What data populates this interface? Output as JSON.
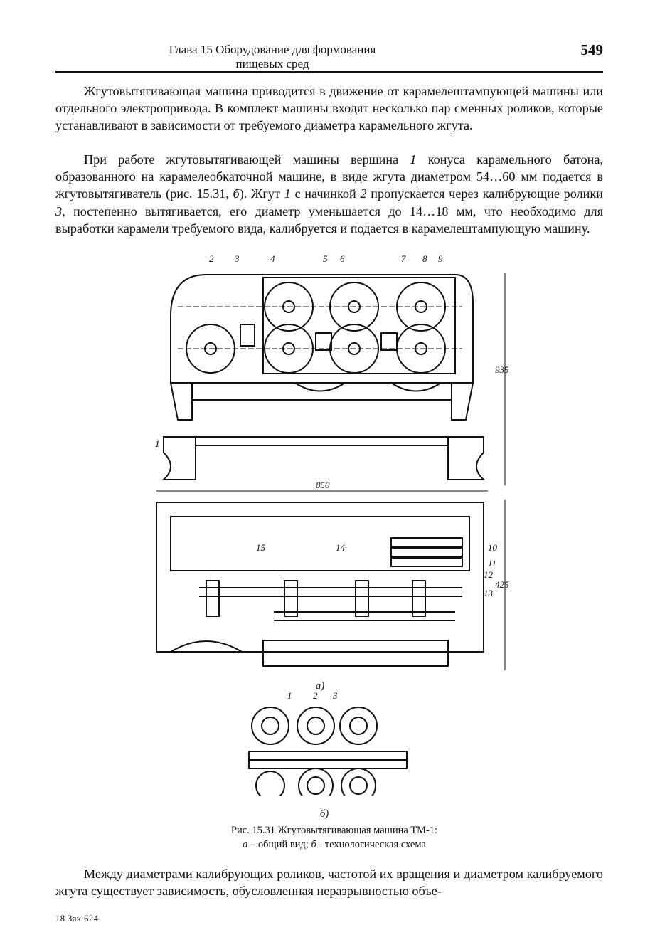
{
  "header": {
    "chapter_line1": "Глава 15 Оборудование для формования",
    "chapter_line2": "пищевых сред",
    "page_number": "549"
  },
  "paragraphs": {
    "p1": "Жгутовытягивающая машина приводится в движение от карамелештампующей машины или отдельного электропривода. В комплект машины входят несколько пар сменных роликов, которые устанавливают в зависимости от требуемого диаметра карамельного жгута.",
    "p2_html": "При работе жгутовытягивающей машины вершина <i>1</i> конуса карамельного батона, образованного на карамелеобкаточной машине, в виде жгута диаметром 54…60 мм подается в жгутовытягиватель (рис. 15.31, <i>б</i>). Жгут <i>1</i> с начинкой <i>2</i> пропускается через калибрующие ролики <i>3</i>, постепенно вытягивается, его диаметр уменьшается до 14…18 мм, что необходимо для выработки карамели требуемого вида, калибруется и подается в карамелештампующую машину.",
    "p3": "Между диаметрами калибрующих роликов, частотой их вращения и диаметром калибруемого жгута существует зависимость, обусловленная неразрывностью объе-"
  },
  "figure": {
    "top_callouts": [
      "2",
      "3",
      "4",
      "5",
      "6",
      "7",
      "8",
      "9"
    ],
    "side_callouts": [
      "10",
      "11",
      "12",
      "13"
    ],
    "label_1": "1",
    "label_14": "14",
    "label_15": "15",
    "dim_width": "850",
    "dim_height_top": "935",
    "dim_height_bottom": "425",
    "letter_a": "а)",
    "scheme_callouts": [
      "1",
      "2",
      "3"
    ],
    "letter_b": "б)"
  },
  "caption": {
    "line1": "Рис. 15.31  Жгутовытягивающая машина ТМ-1:",
    "line2_html": "<i>а</i> – общий вид; <i>б</i>  - технологическая схема"
  },
  "footer": "18 Зак 624"
}
